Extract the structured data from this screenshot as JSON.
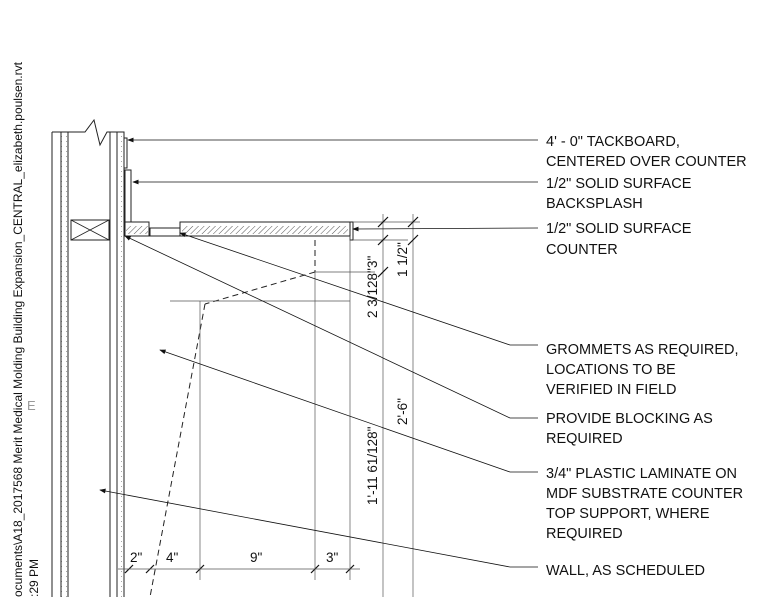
{
  "sheet": {
    "file_path": "ocuments\\A18_2017568 Merit Medical Molding Building Expansion_CENTRAL_elizabeth.poulsen.rvt",
    "time": ":29 PM",
    "grid_mark": "E"
  },
  "callouts": [
    {
      "lines": [
        "4' - 0\" TACKBOARD,",
        "CENTERED OVER COUNTER"
      ]
    },
    {
      "lines": [
        "1/2\" SOLID SURFACE",
        "BACKSPLASH"
      ]
    },
    {
      "lines": [
        "1/2\" SOLID SURFACE",
        "COUNTER"
      ]
    },
    {
      "lines": [
        "GROMMETS AS REQUIRED,",
        "LOCATIONS TO BE",
        "VERIFIED IN FIELD"
      ]
    },
    {
      "lines": [
        "PROVIDE BLOCKING AS",
        "REQUIRED"
      ]
    },
    {
      "lines": [
        "3/4\" PLASTIC LAMINATE ON",
        "MDF SUBSTRATE COUNTER",
        "TOP SUPPORT,  WHERE",
        "REQUIRED"
      ]
    },
    {
      "lines": [
        "WALL, AS SCHEDULED"
      ]
    }
  ],
  "dimensions": {
    "bottom": [
      "2\"",
      "4\"",
      "9\"",
      "3\""
    ],
    "vertical": [
      "3\"",
      "2 3/128\"",
      "1 1/2\"",
      "1'-11 61/128\"",
      "2'-6\""
    ]
  }
}
